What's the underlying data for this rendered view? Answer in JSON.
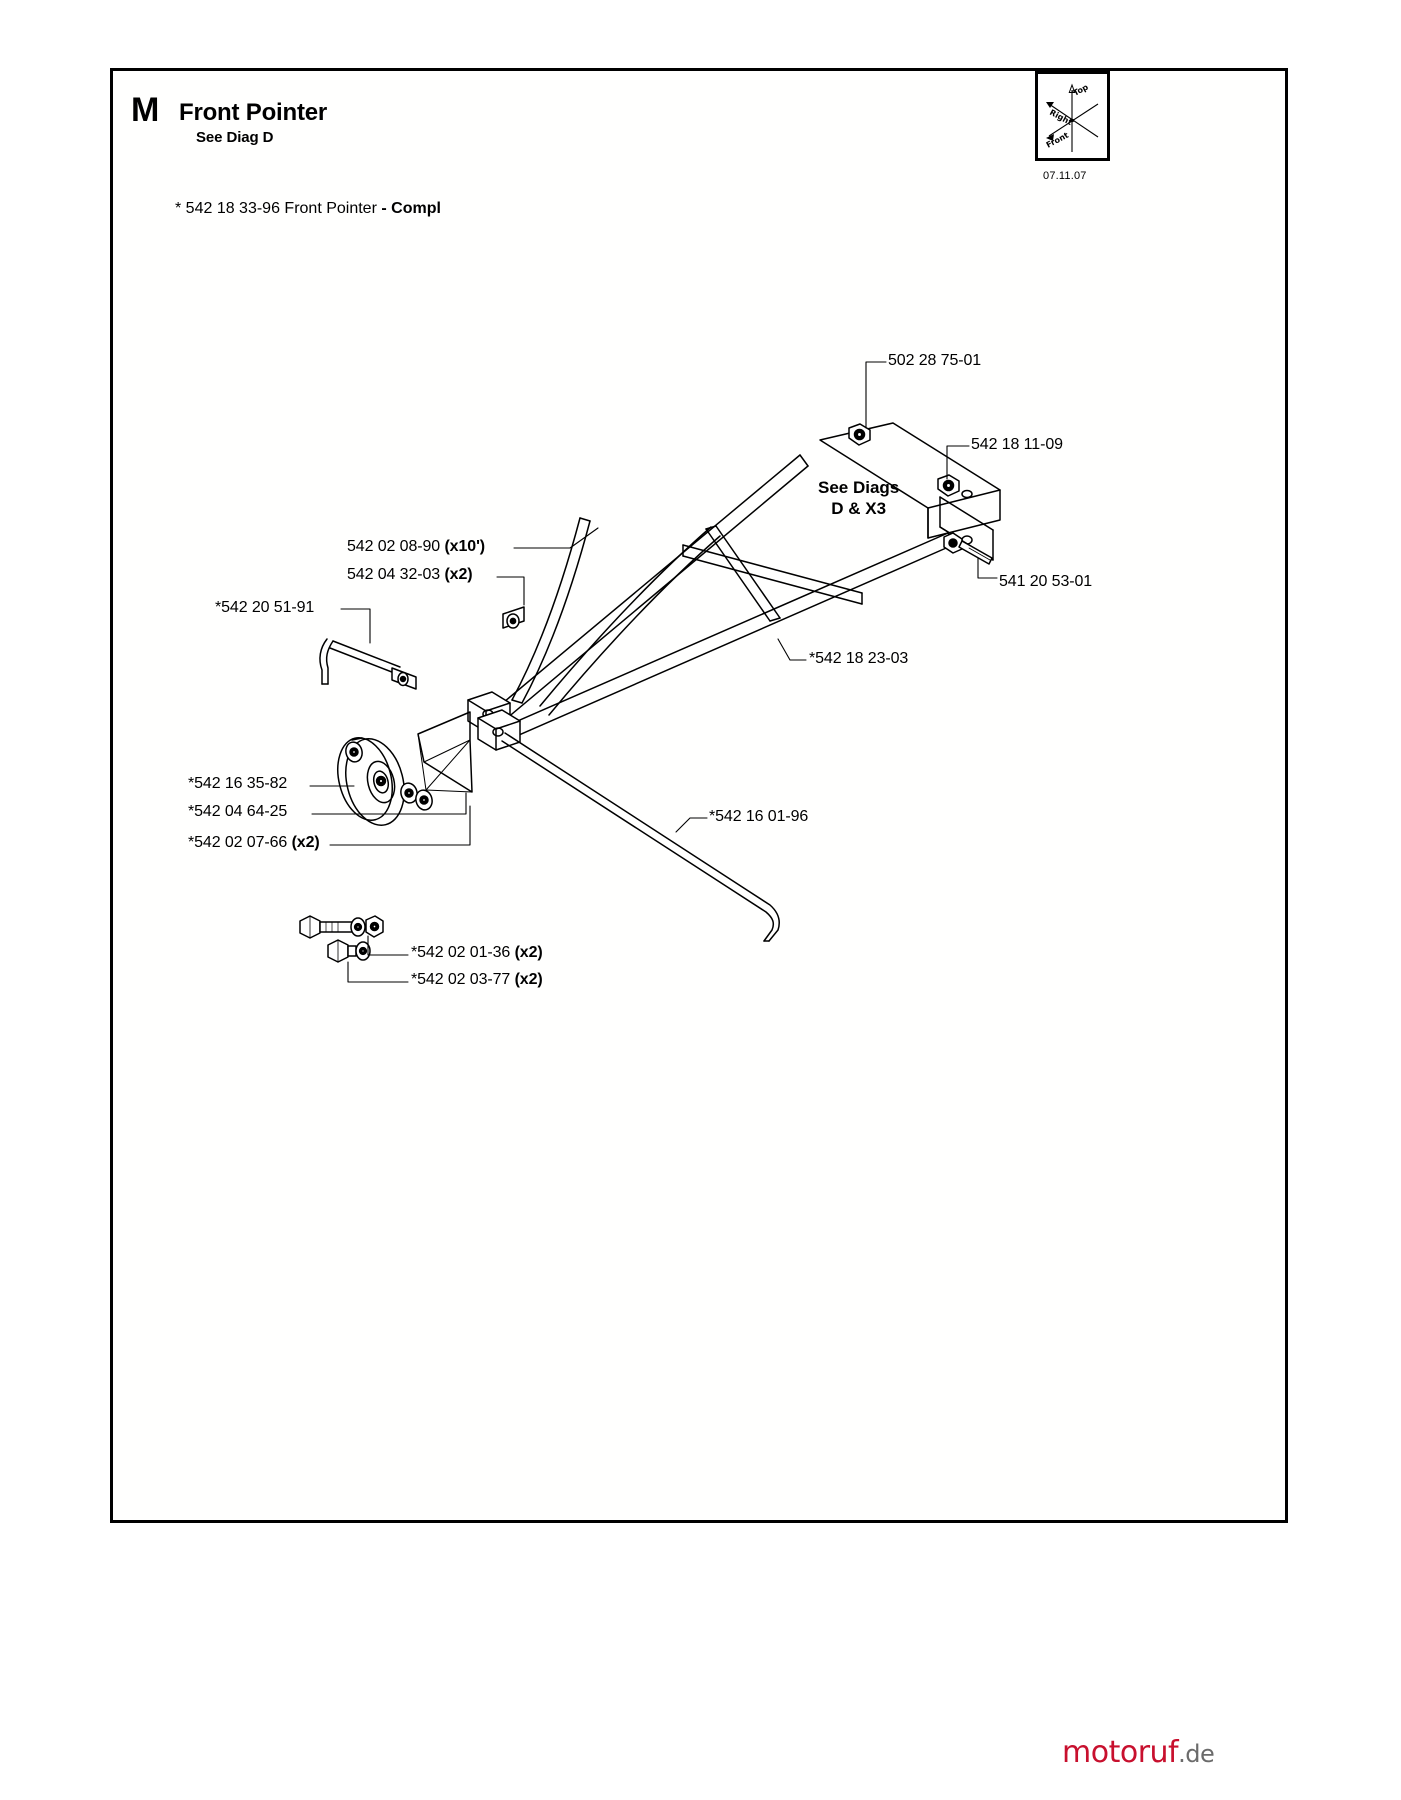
{
  "header": {
    "section_letter": "M",
    "title": "Front Pointer",
    "subtitle": "See Diag D",
    "revision_date": "07.11.07"
  },
  "orientation_icon": {
    "name": "orientation-axes-icon",
    "labels": {
      "top": "Top",
      "right": "Right",
      "front": "Front"
    }
  },
  "assembly_line": {
    "prefix": "* 542 18 33-96 Front Pointer ",
    "suffix": "- Compl"
  },
  "diagram_note": {
    "line1": "See Diags",
    "line2": "D & X3"
  },
  "callouts": [
    {
      "id": "c-502-28-75-01",
      "text": "502 28 75-01",
      "qty": ""
    },
    {
      "id": "c-542-18-11-09",
      "text": "542 18 11-09",
      "qty": ""
    },
    {
      "id": "c-541-20-53-01",
      "text": "541 20 53-01",
      "qty": ""
    },
    {
      "id": "c-542-02-08-90",
      "text": "542 02 08-90 ",
      "qty": "(x10')"
    },
    {
      "id": "c-542-04-32-03",
      "text": "542 04 32-03 ",
      "qty": "(x2)"
    },
    {
      "id": "c-542-20-51-91",
      "text": "*542 20 51-91",
      "qty": ""
    },
    {
      "id": "c-542-18-23-03",
      "text": "*542 18 23-03",
      "qty": ""
    },
    {
      "id": "c-542-16-35-82",
      "text": "*542 16 35-82",
      "qty": ""
    },
    {
      "id": "c-542-04-64-25",
      "text": "*542 04 64-25",
      "qty": ""
    },
    {
      "id": "c-542-02-07-66",
      "text": "*542 02 07-66 ",
      "qty": "(x2)"
    },
    {
      "id": "c-542-16-01-96",
      "text": "*542 16 01-96",
      "qty": ""
    },
    {
      "id": "c-542-02-01-36",
      "text": "*542 02 01-36 ",
      "qty": "(x2)"
    },
    {
      "id": "c-542-02-03-77",
      "text": "*542 02 03-77 ",
      "qty": "(x2)"
    }
  ],
  "watermark": {
    "brand": "motoruf",
    "suffix": ".de",
    "brand_color": "#c8102e"
  }
}
